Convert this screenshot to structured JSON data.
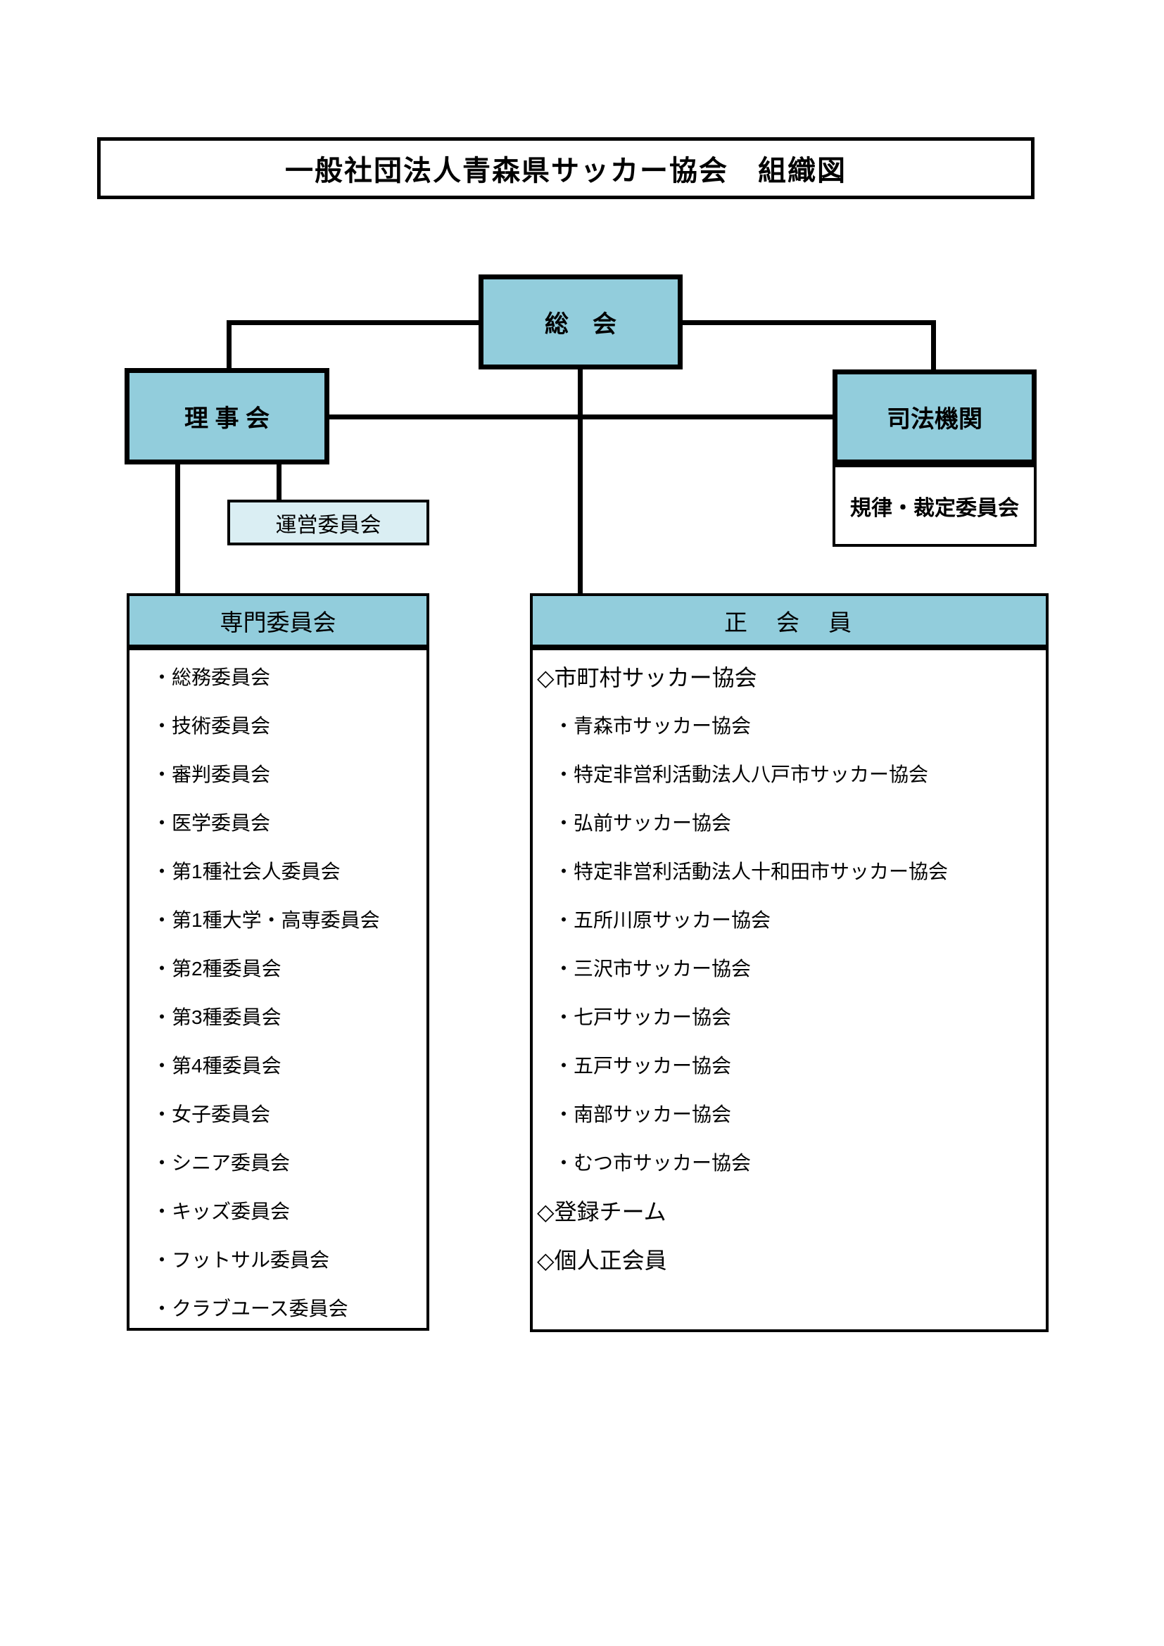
{
  "title": "一般社団法人青森県サッカー協会　組織図",
  "colors": {
    "box_fill": "#92cddc",
    "light_fill": "#daeef3",
    "line": "#000000"
  },
  "nodes": {
    "soukai": "総　会",
    "rijikai": "理 事 会",
    "shihou": "司法機関",
    "kiritsu": "規律・裁定委員会",
    "unei": "運営委員会"
  },
  "senmon": {
    "header": "専門委員会",
    "items": [
      "・総務委員会",
      "・技術委員会",
      "・審判委員会",
      "・医学委員会",
      "・第1種社会人委員会",
      "・第1種大学・高専委員会",
      "・第2種委員会",
      "・第3種委員会",
      "・第4種委員会",
      "・女子委員会",
      "・シニア委員会",
      "・キッズ委員会",
      "・フットサル委員会",
      "・クラブユース委員会"
    ]
  },
  "seikaiin": {
    "header": "正　会　員",
    "items": [
      {
        "text": "◇市町村サッカー協会",
        "indent": 0
      },
      {
        "text": "・青森市サッカー協会",
        "indent": 1
      },
      {
        "text": "・特定非営利活動法人八戸市サッカー協会",
        "indent": 1
      },
      {
        "text": "・弘前サッカー協会",
        "indent": 1
      },
      {
        "text": "・特定非営利活動法人十和田市サッカー協会",
        "indent": 1
      },
      {
        "text": "・五所川原サッカー協会",
        "indent": 1
      },
      {
        "text": "・三沢市サッカー協会",
        "indent": 1
      },
      {
        "text": "・七戸サッカー協会",
        "indent": 1
      },
      {
        "text": "・五戸サッカー協会",
        "indent": 1
      },
      {
        "text": "・南部サッカー協会",
        "indent": 1
      },
      {
        "text": "・むつ市サッカー協会",
        "indent": 1
      },
      {
        "text": "◇登録チーム",
        "indent": 0
      },
      {
        "text": "◇個人正会員",
        "indent": 0
      }
    ]
  }
}
